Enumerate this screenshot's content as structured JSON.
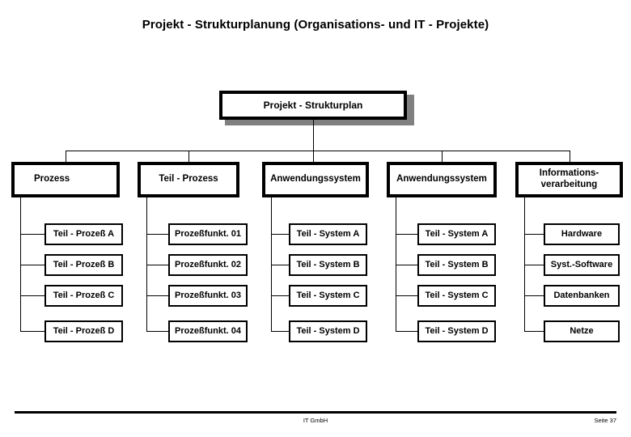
{
  "slide": {
    "title": "Projekt - Strukturplanung (Organisations- und IT - Projekte)",
    "colors": {
      "background": "#ffffff",
      "line": "#000000",
      "shadow": "#808080",
      "text": "#000000"
    }
  },
  "root": {
    "label": "Projekt - Strukturplan"
  },
  "columns": [
    {
      "id": "prozess",
      "header": "Prozess",
      "header_align": "left",
      "leaves": [
        "Teil - Prozeß A",
        "Teil - Prozeß B",
        "Teil - Prozeß C",
        "Teil - Prozeß D"
      ]
    },
    {
      "id": "teil-prozess",
      "header": "Teil - Prozess",
      "header_align": "center",
      "leaves": [
        "Prozeßfunkt. 01",
        "Prozeßfunkt. 02",
        "Prozeßfunkt. 03",
        "Prozeßfunkt. 04"
      ]
    },
    {
      "id": "anwendungssystem-1",
      "header": "Anwendungssystem",
      "header_align": "center",
      "leaves": [
        "Teil - System A",
        "Teil - System B",
        "Teil - System C",
        "Teil - System D"
      ]
    },
    {
      "id": "anwendungssystem-2",
      "header": "Anwendungssystem",
      "header_align": "center",
      "leaves": [
        "Teil - System A",
        "Teil - System B",
        "Teil - System C",
        "Teil - System D"
      ]
    },
    {
      "id": "informationsverarbeitung",
      "header": "Informations-\nverarbeitung",
      "header_align": "center",
      "leaves": [
        "Hardware",
        "Syst.-Software",
        "Datenbanken",
        "Netze"
      ]
    }
  ],
  "footer": {
    "center": "IT GmbH",
    "page": "Seite 37"
  }
}
